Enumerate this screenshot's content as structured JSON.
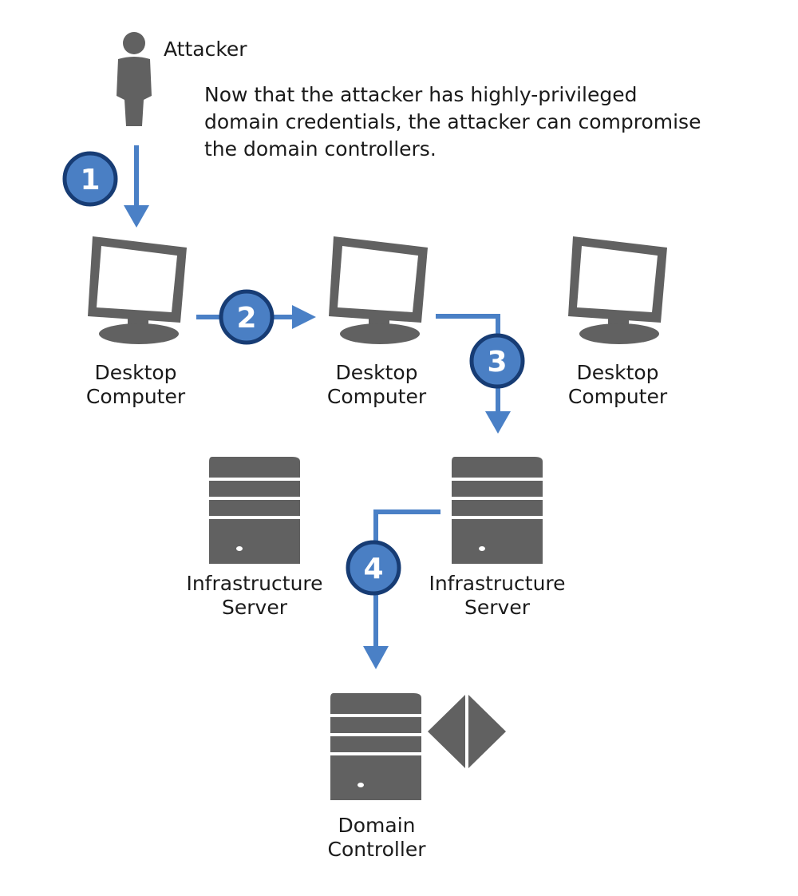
{
  "attacker": {
    "label": "Attacker"
  },
  "description": [
    "Now that the attacker has highly-privileged",
    "domain credentials, the attacker can compromise",
    "the domain controllers."
  ],
  "desktops": [
    {
      "line1": "Desktop",
      "line2": "Computer"
    },
    {
      "line1": "Desktop",
      "line2": "Computer"
    },
    {
      "line1": "Desktop",
      "line2": "Computer"
    }
  ],
  "servers": [
    {
      "line1": "Infrastructure",
      "line2": "Server"
    },
    {
      "line1": "Infrastructure",
      "line2": "Server"
    }
  ],
  "domain_controller": {
    "line1": "Domain",
    "line2": "Controller"
  },
  "steps": [
    "1",
    "2",
    "3",
    "4"
  ],
  "colors": {
    "arrow": "#4a80c6",
    "badge_fill": "#4a7fc4",
    "badge_stroke": "#173c74",
    "icon": "#616161",
    "screen": "#ffffff"
  }
}
